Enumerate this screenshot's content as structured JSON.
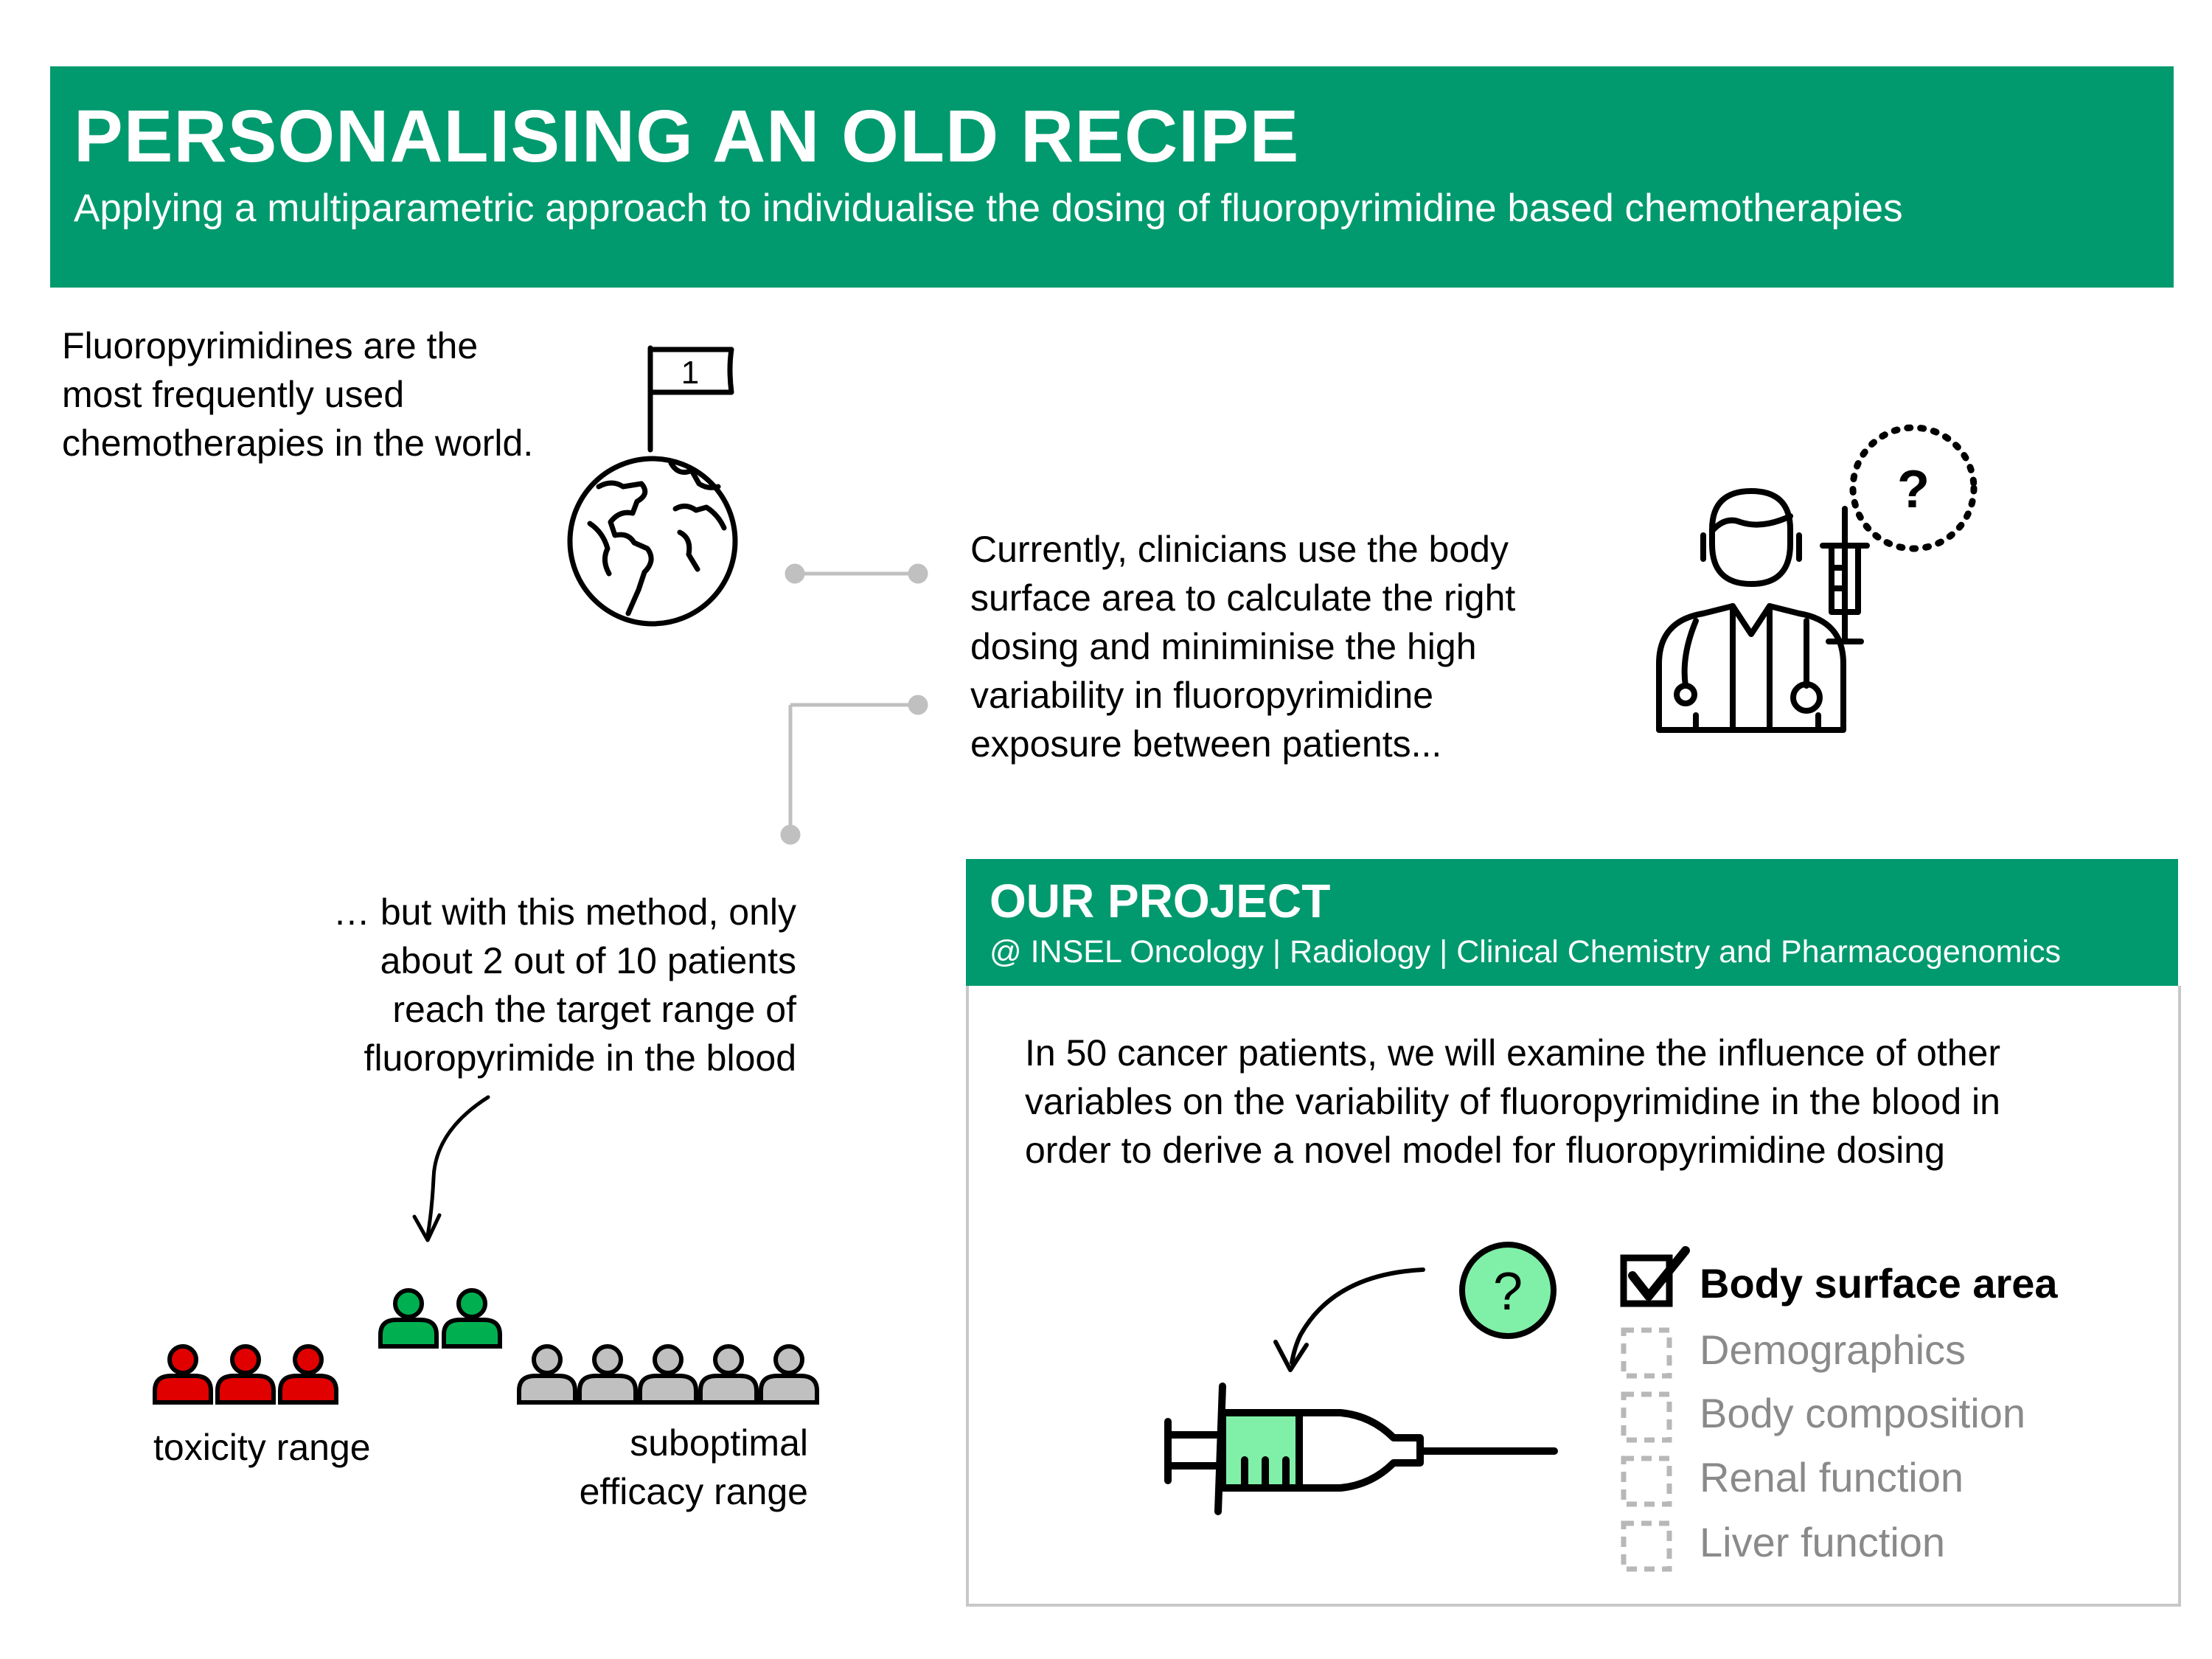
{
  "header": {
    "title": "PERSONALISING AN OLD RECIPE",
    "subtitle": "Applying a multiparametric approach to individualise the dosing of fluoropyrimidine based chemotherapies"
  },
  "intro": {
    "lines": [
      "Fluoropyrimidines are the",
      "most frequently used",
      "chemotherapies in the world."
    ],
    "flag_label": "1"
  },
  "current_method": {
    "lines": [
      "Currently, clinicians use the body",
      "surface area to calculate the right",
      "dosing and miniminise the high",
      "variability in fluoropyrimidine",
      "exposure between patients..."
    ],
    "question_mark": "?"
  },
  "method_outcome": {
    "lines": [
      "… but with this method, only",
      "about 2 out of 10 patients",
      "reach the target range of",
      "fluoropyrimide in the blood"
    ]
  },
  "patients": {
    "toxicity_label": "toxicity range",
    "suboptimal_label_lines": [
      "suboptimal",
      "efficacy range"
    ],
    "groups": [
      {
        "name": "toxicity",
        "count": 3,
        "color": "#e00000"
      },
      {
        "name": "target",
        "count": 2,
        "color": "#00b050"
      },
      {
        "name": "suboptimal",
        "count": 5,
        "color": "#c0c0c0"
      }
    ]
  },
  "project": {
    "title": "OUR PROJECT",
    "affiliation": "@ INSEL Oncology | Radiology | Clinical Chemistry and Pharmacogenomics",
    "description_lines": [
      "In 50 cancer patients, we will examine the influence of other",
      "variables on the variability of fluoropyrimidine in the blood in",
      "order to derive a novel model for fluoropyrimidine dosing"
    ],
    "question_mark": "?",
    "variables": [
      {
        "label": "Body surface area",
        "checked": true
      },
      {
        "label": "Demographics",
        "checked": false
      },
      {
        "label": "Body composition",
        "checked": false
      },
      {
        "label": "Renal function",
        "checked": false
      },
      {
        "label": "Liver function",
        "checked": false
      }
    ]
  },
  "colors": {
    "brand_green": "#009a6e",
    "syringe_fill": "#80f0a8",
    "connector_gray": "#c0c0c0"
  }
}
